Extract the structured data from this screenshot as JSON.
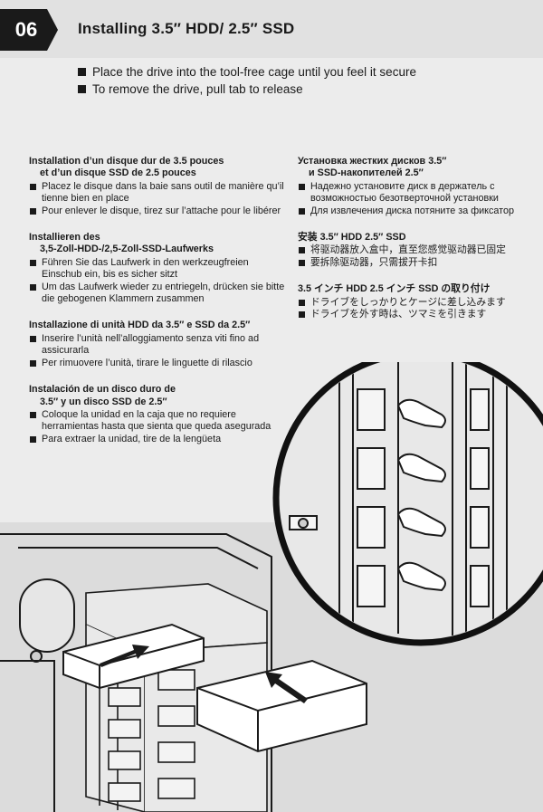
{
  "header": {
    "step_number": "06",
    "title": "Installing 3.5″ HDD/ 2.5″ SSD"
  },
  "main_bullets": [
    "Place the drive into the tool-free cage until you feel it secure",
    "To remove the drive, pull tab to release"
  ],
  "sections_left": [
    {
      "title_1": "Installation d’un disque dur de 3.5 pouces",
      "title_2": "et d’un disque SSD de 2.5 pouces",
      "bullets": [
        "Placez le disque dans la baie sans outil de manière qu’il tienne bien en place",
        "Pour enlever le disque, tirez sur l’attache pour le libérer"
      ]
    },
    {
      "title_1": "Installieren des",
      "title_2": "3,5-Zoll-HDD-/2,5-Zoll-SSD-Laufwerks",
      "bullets": [
        "Führen Sie das Laufwerk in den werkzeugfreien Einschub ein, bis es sicher sitzt",
        "Um das Laufwerk wieder zu entriegeln, drücken sie bitte die gebogenen Klammern zusammen"
      ]
    },
    {
      "title_1": "Installazione di unità HDD da 3.5″ e SSD da 2.5″",
      "title_2": "",
      "bullets": [
        "Inserire l’unità nell’alloggiamento senza viti fino ad assicurarla",
        "Per rimuovere l’unità, tirare le linguette di rilascio"
      ]
    },
    {
      "title_1": "Instalación de un disco duro de",
      "title_2": "3.5″ y un disco SSD de 2.5″",
      "bullets": [
        "Coloque la unidad en la caja que no requiere herramientas hasta que sienta que queda asegurada",
        "Para extraer la unidad, tire de la lengüeta"
      ]
    }
  ],
  "sections_right": [
    {
      "title_1": "Установка жестких дисков 3.5″",
      "title_2": "и SSD-накопителей 2.5″",
      "bullets": [
        "Надежно установите диск в держатель с возможностью безотверточной установки",
        "Для извлечения диска потяните за фиксатор"
      ]
    },
    {
      "title_1": "安装 3.5″ HDD 2.5″ SSD",
      "title_2": "",
      "bullets": [
        "将驱动器放入盒中，直至您感觉驱动器已固定",
        "要拆除驱动器，只需拔开卡扣"
      ]
    },
    {
      "title_1": "3.5 インチ HDD 2.5 インチ SSD の取り付け",
      "title_2": "",
      "bullets": [
        "ドライブをしっかりとケージに差し込みます",
        "ドライブを外す時は、ツマミを引きます"
      ]
    }
  ],
  "colors": {
    "page_bg": "#ececec",
    "header_bg": "#e1e1e1",
    "badge": "#1a1a1a",
    "text": "#1a1a1a",
    "illustration_bg": "#dcdcdc"
  },
  "icons": [
    "step-badge-hexagon",
    "bullet-square",
    "insert-arrow",
    "magnifier-circle"
  ]
}
